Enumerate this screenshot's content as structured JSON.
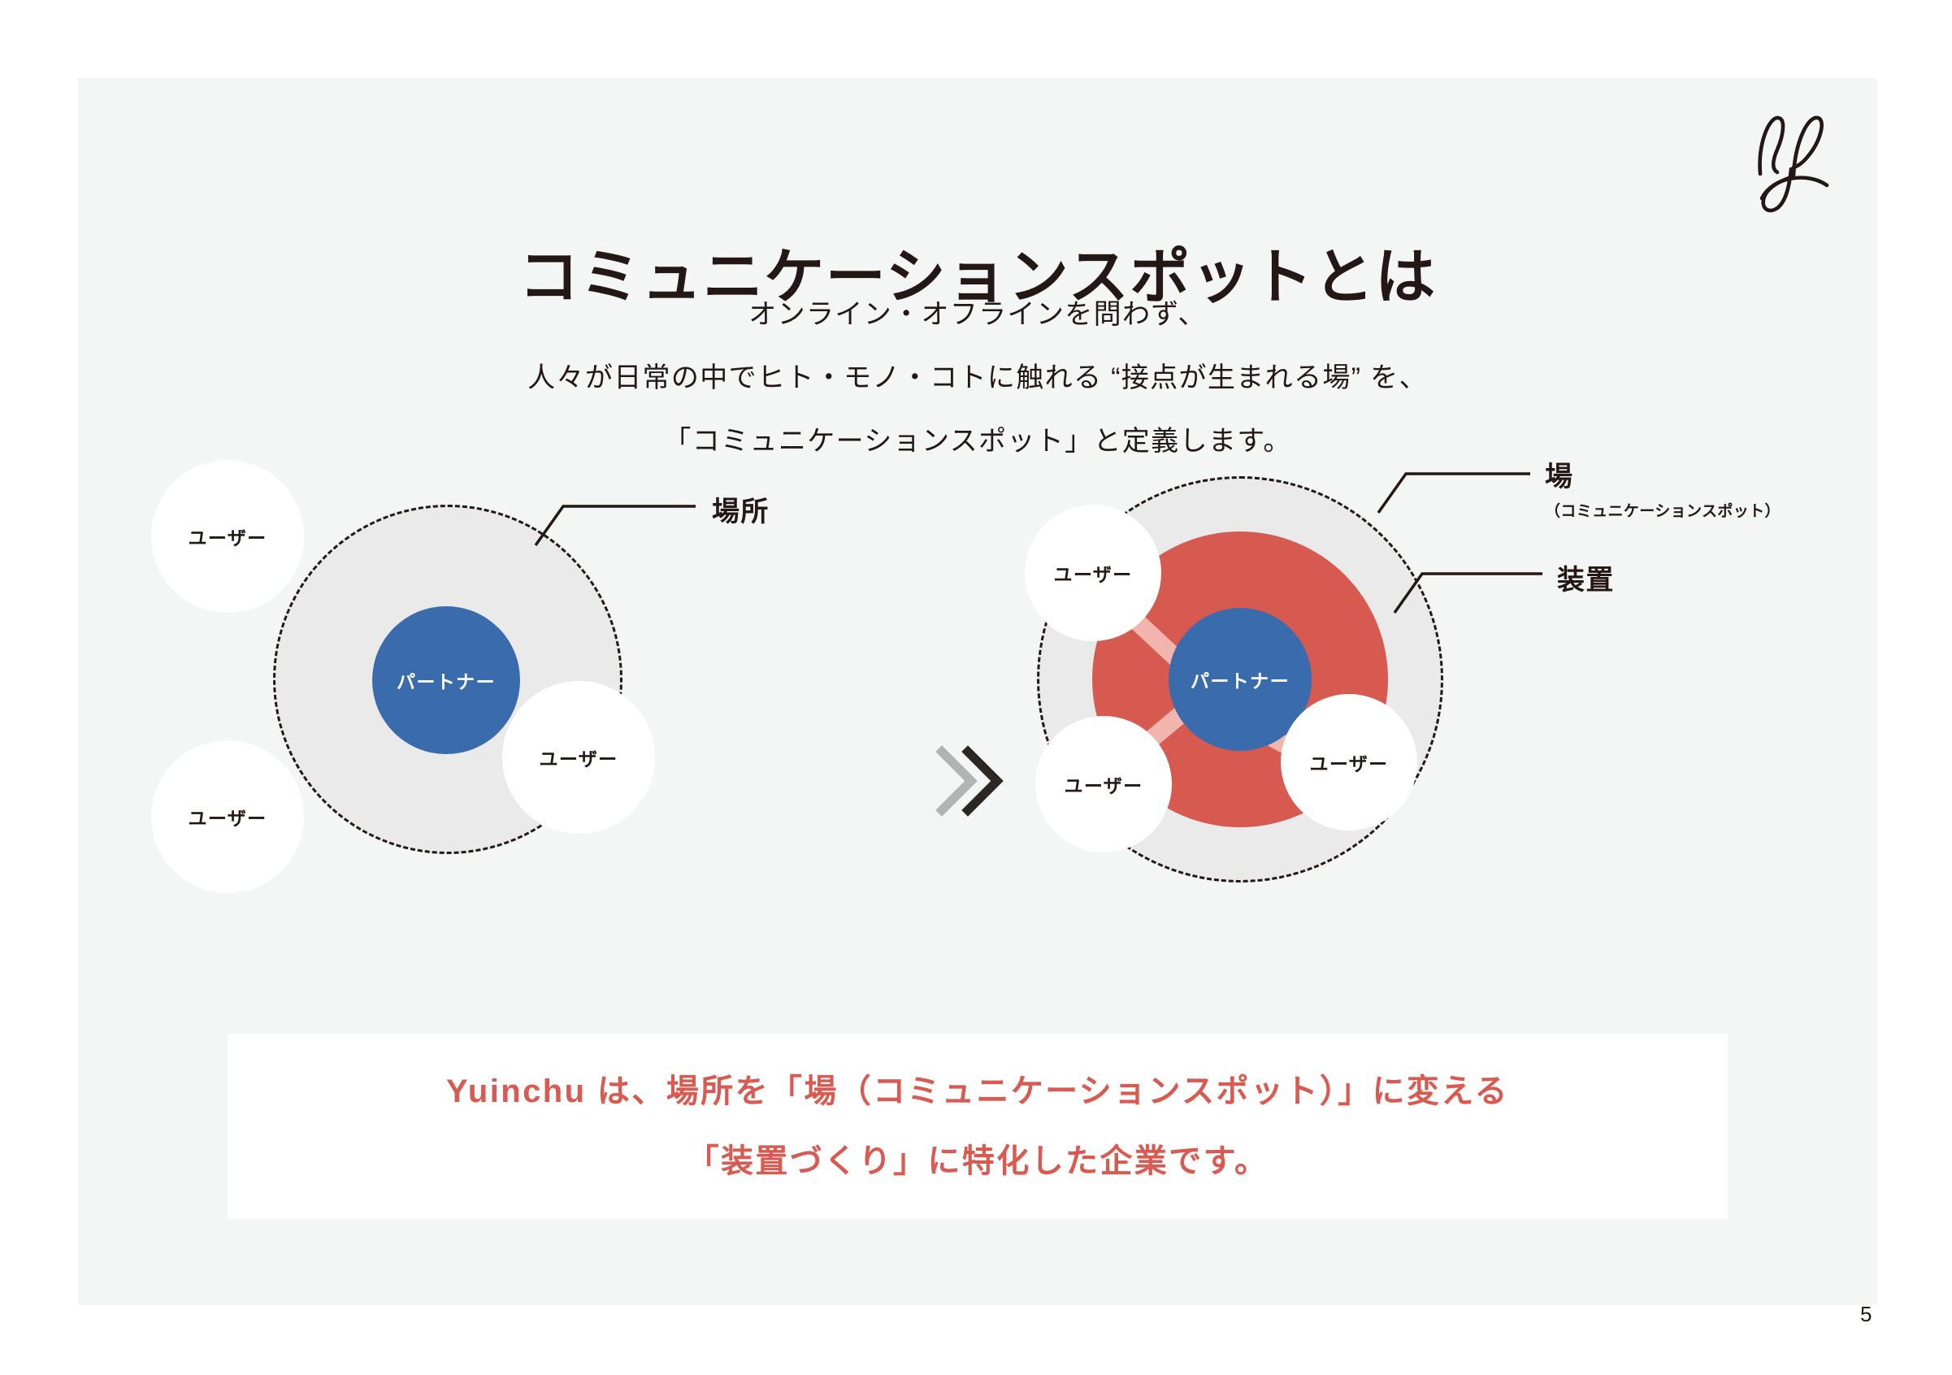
{
  "slide": {
    "page_number": "5",
    "logo": "yuinchu-script-logo",
    "title": "コミュニケーションスポットとは",
    "subtitle_lines": [
      "オンライン・オフラインを問わず、",
      "人々が日常の中でヒト・モノ・コトに触れる “接点が生まれる場” を、",
      "「コミュニケーションスポット」と定義します。"
    ]
  },
  "colors": {
    "panel_background": "#f4f5f5",
    "page_background": "#ffffff",
    "field_fill": "#eaeaea",
    "partner_blue": "#3a6cad",
    "device_red": "#d75a50",
    "connector_pink": "#f2b5ae",
    "accent_red_text": "#d85a50",
    "ink": "#231815",
    "summary_box": "#ffffff"
  },
  "diagram_before": {
    "name": "場所 (place) — before",
    "partner_label": "パートナー",
    "users": [
      {
        "label": "ユーザー",
        "position": "top-left"
      },
      {
        "label": "ユーザー",
        "position": "bottom-left"
      },
      {
        "label": "ユーザー",
        "position": "right"
      }
    ],
    "callouts": [
      {
        "main": "場所",
        "sub": ""
      }
    ]
  },
  "transition": {
    "arrow_glyph": "double-chevron-right",
    "chevron_colors": [
      "#b3b3b3",
      "#2d2724"
    ]
  },
  "diagram_after": {
    "name": "場 (communication spot) — after",
    "partner_label": "パートナー",
    "users": [
      {
        "label": "ユーザー",
        "position": "top-left"
      },
      {
        "label": "ユーザー",
        "position": "bottom-left"
      },
      {
        "label": "ユーザー",
        "position": "bottom-right"
      }
    ],
    "callouts": [
      {
        "main": "場",
        "sub": "（コミュニケーションスポット）"
      },
      {
        "main": "装置",
        "sub": ""
      }
    ]
  },
  "summary": {
    "lines": [
      "Yuinchu は、場所を「場（コミュニケーションスポット）」に変える",
      "「装置づくり」に特化した企業です。"
    ]
  }
}
